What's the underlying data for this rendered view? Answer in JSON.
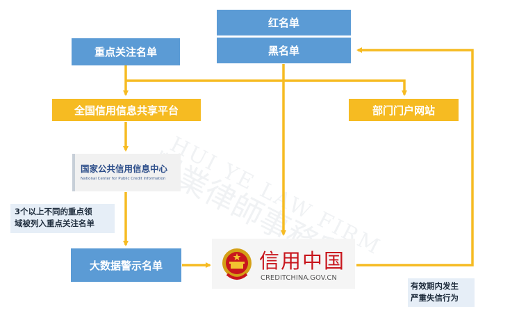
{
  "nodes": {
    "red_list": "红名单",
    "black_list": "黑名单",
    "key_watch_list": "重点关注名单",
    "national_platform": "全国信用信息共享平台",
    "department_portal": "部门门户网站",
    "center_title": "国家公共信用信息中心",
    "center_subtitle": "National Center for Public Credit Information",
    "big_data_warning": "大数据警示名单",
    "credit_china_title": "信用中国",
    "credit_china_url": "CREDITCHINA.GOV.CN"
  },
  "notes": {
    "multi_domain_line1": "3个以上不同的重点领",
    "multi_domain_line2": "域被列入重点关注名单",
    "severe_line1": "有效期内发生",
    "severe_line2": "严重失信行为"
  },
  "watermark": {
    "cn": "豐業律師事務所",
    "en": "HUI YE LAW FIRM"
  },
  "colors": {
    "blue": "#5b9bd5",
    "gold": "#f6bb22",
    "red": "#c8161d"
  }
}
